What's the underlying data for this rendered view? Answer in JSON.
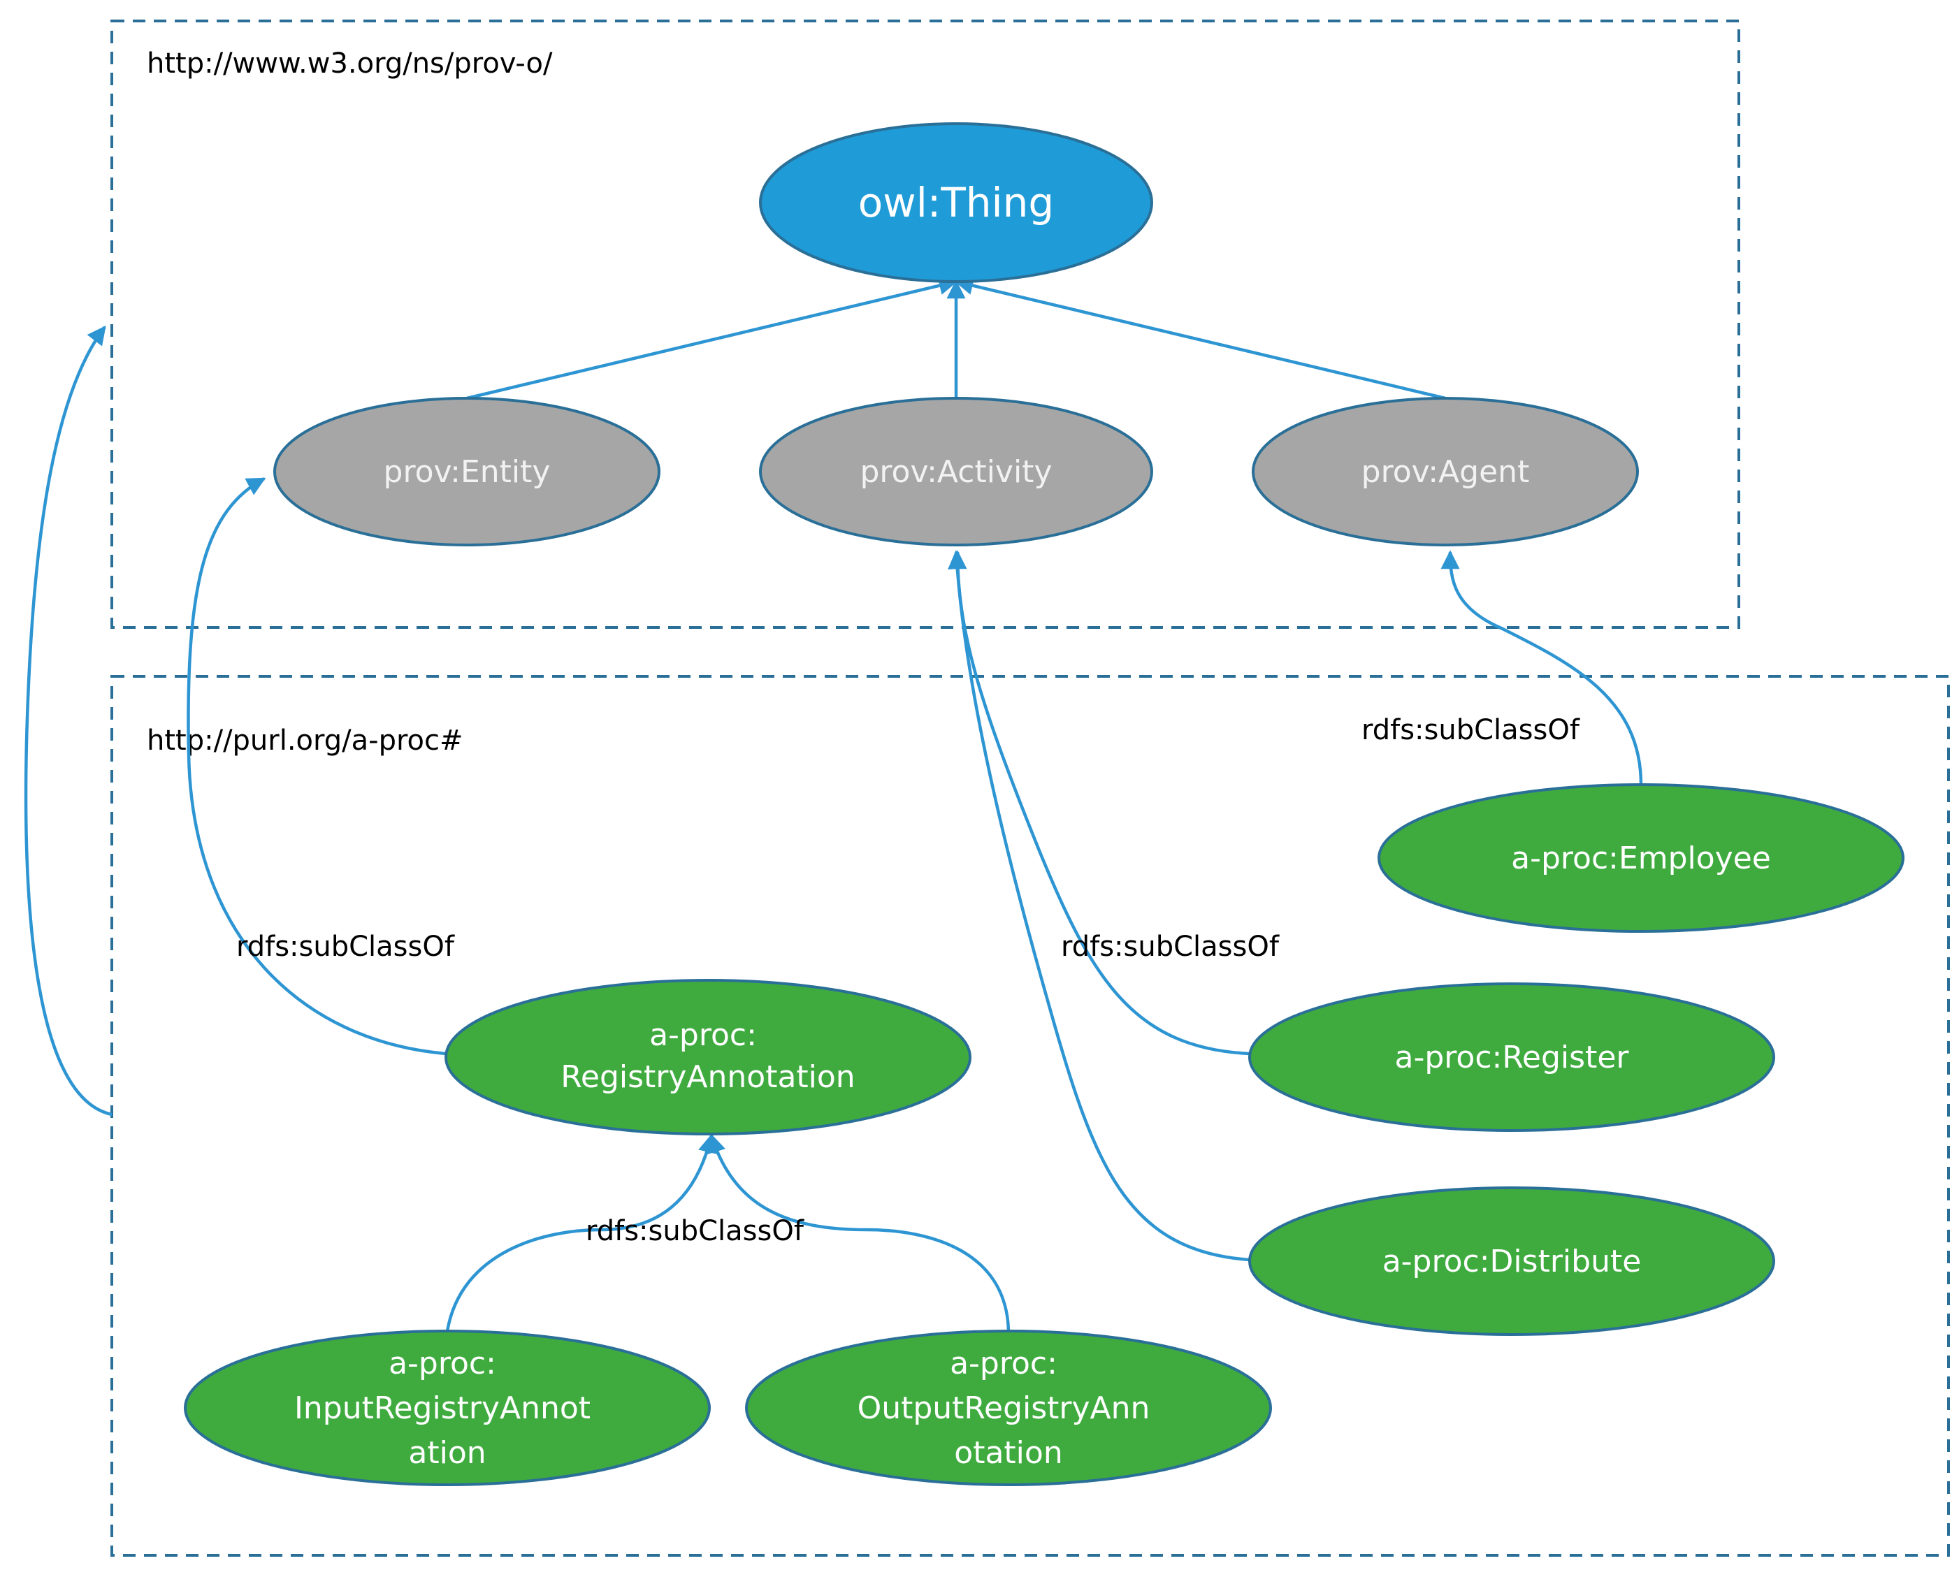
{
  "namespaces": {
    "prov": {
      "label": "http://www.w3.org/ns/prov-o/"
    },
    "aproc": {
      "label": "http://purl.org/a-proc#"
    }
  },
  "nodes": {
    "thing": {
      "lines": [
        "owl:Thing"
      ]
    },
    "entity": {
      "lines": [
        "prov:Entity"
      ]
    },
    "activity": {
      "lines": [
        "prov:Activity"
      ]
    },
    "agent": {
      "lines": [
        "prov:Agent"
      ]
    },
    "employee": {
      "lines": [
        "a-proc:Employee"
      ]
    },
    "register": {
      "lines": [
        "a-proc:Register"
      ]
    },
    "registry_annotation": {
      "lines": [
        "a-proc:",
        "RegistryAnnotation"
      ]
    },
    "distribute": {
      "lines": [
        "a-proc:Distribute"
      ]
    },
    "input_annotation": {
      "lines": [
        "a-proc:",
        "InputRegistryAnnot",
        "ation"
      ]
    },
    "output_annotation": {
      "lines": [
        "a-proc:",
        "OutputRegistryAnn",
        "otation"
      ]
    }
  },
  "edge_labels": {
    "agent_sub": "rdfs:subClassOf",
    "entity_sub": "rdfs:subClassOf",
    "activity_sub": "rdfs:subClassOf",
    "annotation_sub": "rdfs:subClassOf"
  },
  "colors": {
    "owl_thing": "#1f9bd7",
    "prov_class": "#a6a6a6",
    "aproc_class": "#3fab3f",
    "node_stroke": "#2a6f97",
    "edge": "#2e95d3",
    "node_text_light": "#ffffff",
    "node_text_grey": "#f2f2f2"
  }
}
